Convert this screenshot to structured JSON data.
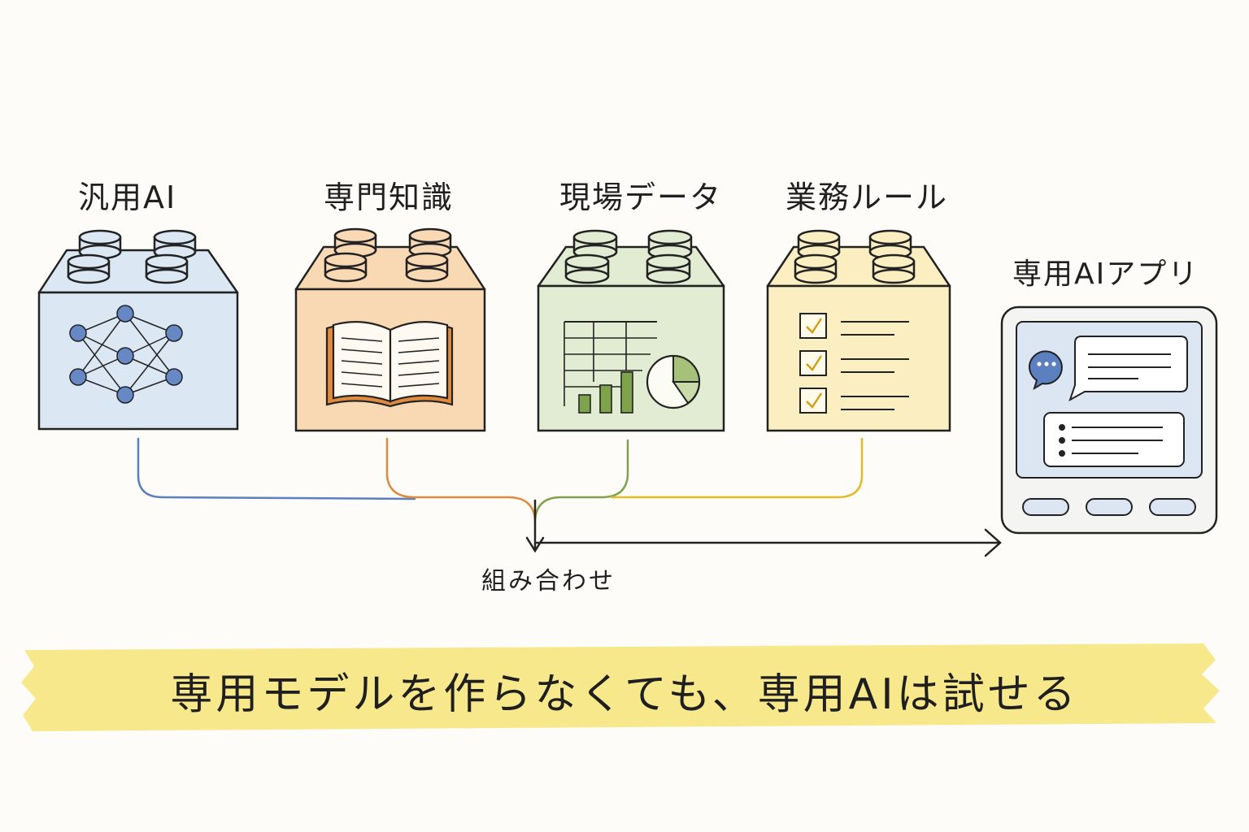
{
  "blocks": [
    {
      "label": "汎用AI",
      "icon": "neural-network-icon",
      "color": "#dce7f4",
      "accent": "#5b7fbf"
    },
    {
      "label": "専門知識",
      "icon": "open-book-icon",
      "color": "#f8d9b4",
      "accent": "#e08a3e"
    },
    {
      "label": "現場データ",
      "icon": "spreadsheet-chart-icon",
      "color": "#e2ecd2",
      "accent": "#7ea34a"
    },
    {
      "label": "業務ルール",
      "icon": "checklist-icon",
      "color": "#fbefc1",
      "accent": "#e4b92a"
    }
  ],
  "app": {
    "label": "専用AIアプリ",
    "icon": "tablet-chat-icon",
    "color": "#dbe6f2"
  },
  "combine_label": "組み合わせ",
  "headline": "専用モデルを作らなくても、専用AIは試せる",
  "highlight_color": "#f7e680"
}
